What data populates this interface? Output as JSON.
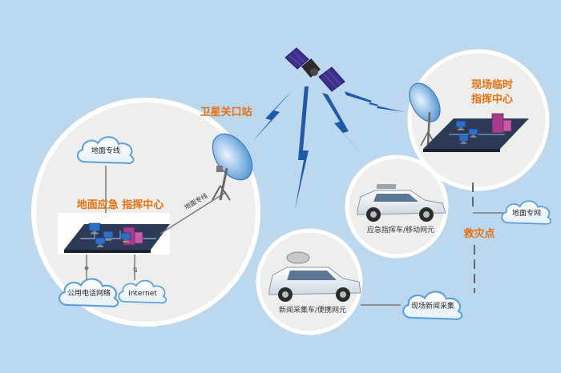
{
  "colors": {
    "background": "#bcd8ef",
    "circle": "#eeeeec",
    "accent_orange": "#e8700f",
    "signal_blue": "#1f5aa8",
    "cloud_blue": "#6aa9de"
  },
  "ground_center": {
    "title": "地面应急 指挥中心",
    "cloud_top": "地面专线",
    "cloud_phone": "公用电话网络",
    "cloud_internet": "internet",
    "link_label": "地面专线",
    "ip_label": "IP"
  },
  "satellite_gateway": {
    "label": "卫星关口站"
  },
  "field_center": {
    "title_line1": "现场临时",
    "title_line2": "指挥中心"
  },
  "command_vehicle": {
    "label": "应急指挥车/移动网元"
  },
  "news_vehicle": {
    "label": "新闻采集车/便携网元"
  },
  "disaster_point": {
    "label": "救灾点"
  },
  "ground_line_cloud": {
    "label": "地面专网"
  },
  "news_cloud": {
    "label": "现场新闻采集"
  }
}
